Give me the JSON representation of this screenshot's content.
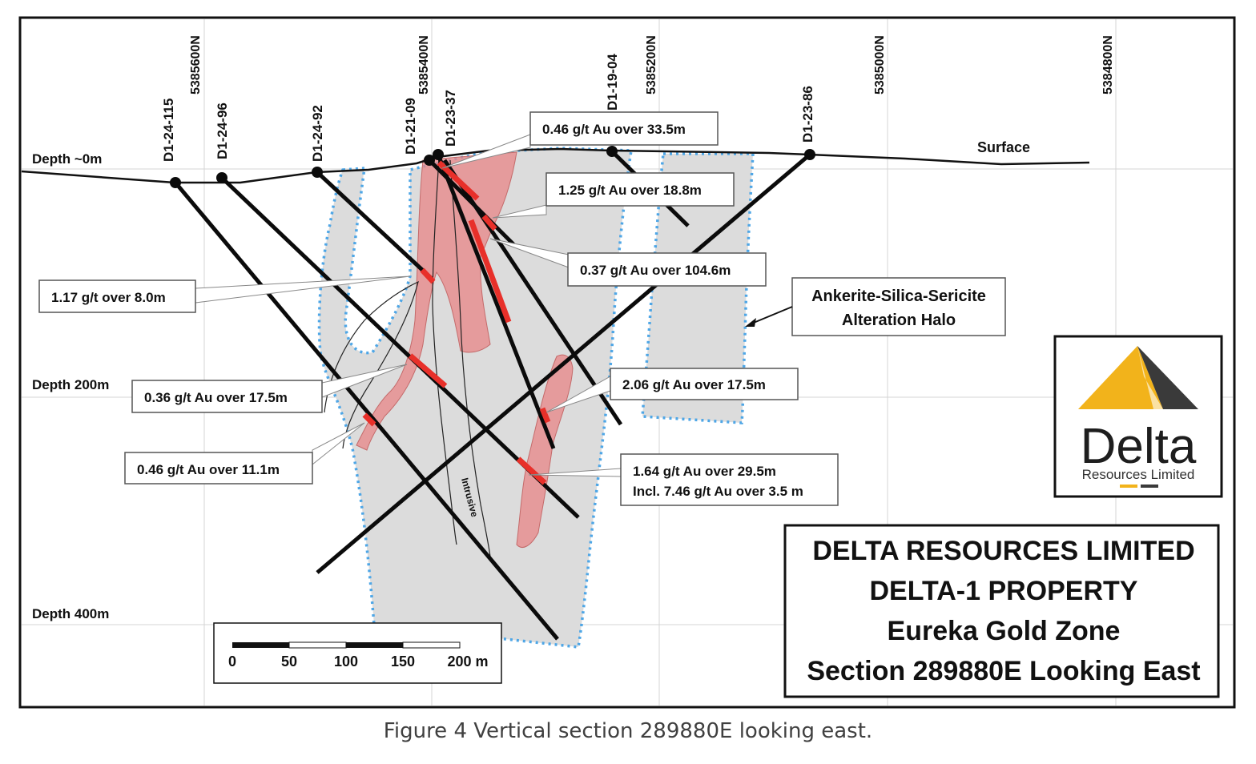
{
  "northings": [
    "5385600N",
    "5385400N",
    "5385200N",
    "5385000N",
    "5384800N"
  ],
  "depths": [
    "Depth ~0m",
    "Depth 200m",
    "Depth 400m"
  ],
  "surface_label": "Surface",
  "holes": [
    "D1-24-115",
    "D1-24-96",
    "D1-24-92",
    "D1-21-09",
    "D1-23-37",
    "D1-19-04",
    "D1-23-86"
  ],
  "intercepts": [
    "0.46 g/t Au over 33.5m",
    "1.25 g/t Au over 18.8m",
    "0.37 g/t Au over 104.6m",
    "1.17 g/t over 8.0m",
    "0.36 g/t Au over 17.5m",
    "2.06 g/t Au over 17.5m",
    "0.46 g/t Au over 11.1m",
    "1.64 g/t Au over 29.5m",
    "Incl. 7.46 g/t Au over 3.5 m"
  ],
  "alteration_label": [
    "Ankerite-Silica-Sericite",
    "Alteration Halo"
  ],
  "intrusive_label": "Intrusive",
  "scale_bar": {
    "ticks": [
      "0",
      "50",
      "100",
      "150",
      "200 m"
    ]
  },
  "logo": {
    "name": "Delta",
    "sub": "Resources Limited",
    "colors": {
      "gold": "#f2b31b",
      "dark": "#3a3a3a"
    }
  },
  "title_block": [
    "DELTA RESOURCES LIMITED",
    "DELTA-1 PROPERTY",
    "Eureka Gold Zone",
    "Section 289880E Looking East"
  ],
  "caption": "Figure 4 Vertical section 289880E looking east.",
  "colors": {
    "mineral_zone": "#e8898a",
    "halo_fill": "#dcdcdc",
    "halo_edge": "#4ea6e6",
    "assay": "#e8302a"
  }
}
